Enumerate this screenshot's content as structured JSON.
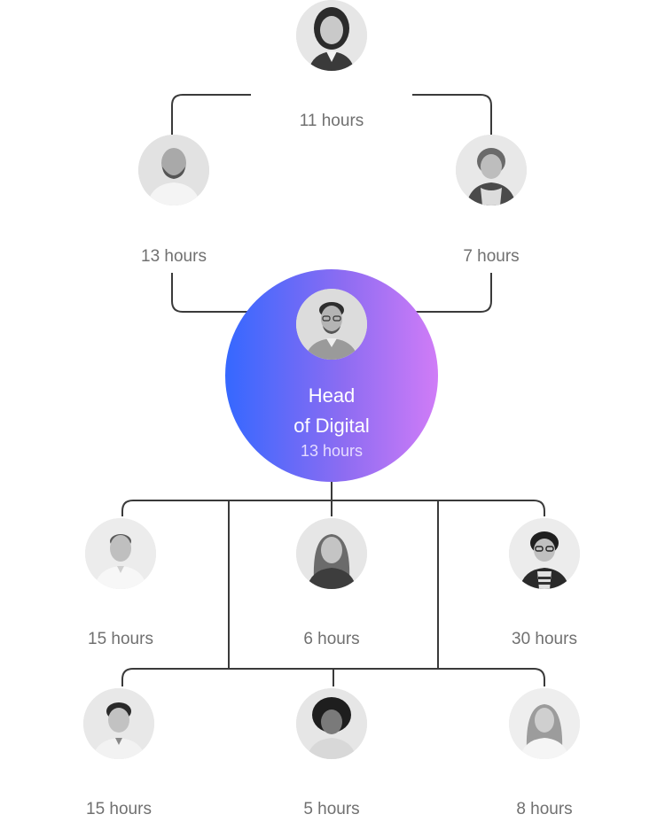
{
  "root": {
    "hours": "11 hours"
  },
  "level2": [
    {
      "hours": "13 hours"
    },
    {
      "hours": "7 hours"
    }
  ],
  "center": {
    "title_line1": "Head",
    "title_line2": "of Digital",
    "hours": "13 hours",
    "gradient_start": "#3568ff",
    "gradient_end": "#d07cf7"
  },
  "team_row1": [
    {
      "hours": "15 hours"
    },
    {
      "hours": "6 hours"
    },
    {
      "hours": "30 hours"
    }
  ],
  "team_row2": [
    {
      "hours": "15 hours"
    },
    {
      "hours": "5 hours"
    },
    {
      "hours": "8 hours"
    }
  ],
  "line_color": "#3a3a3a"
}
